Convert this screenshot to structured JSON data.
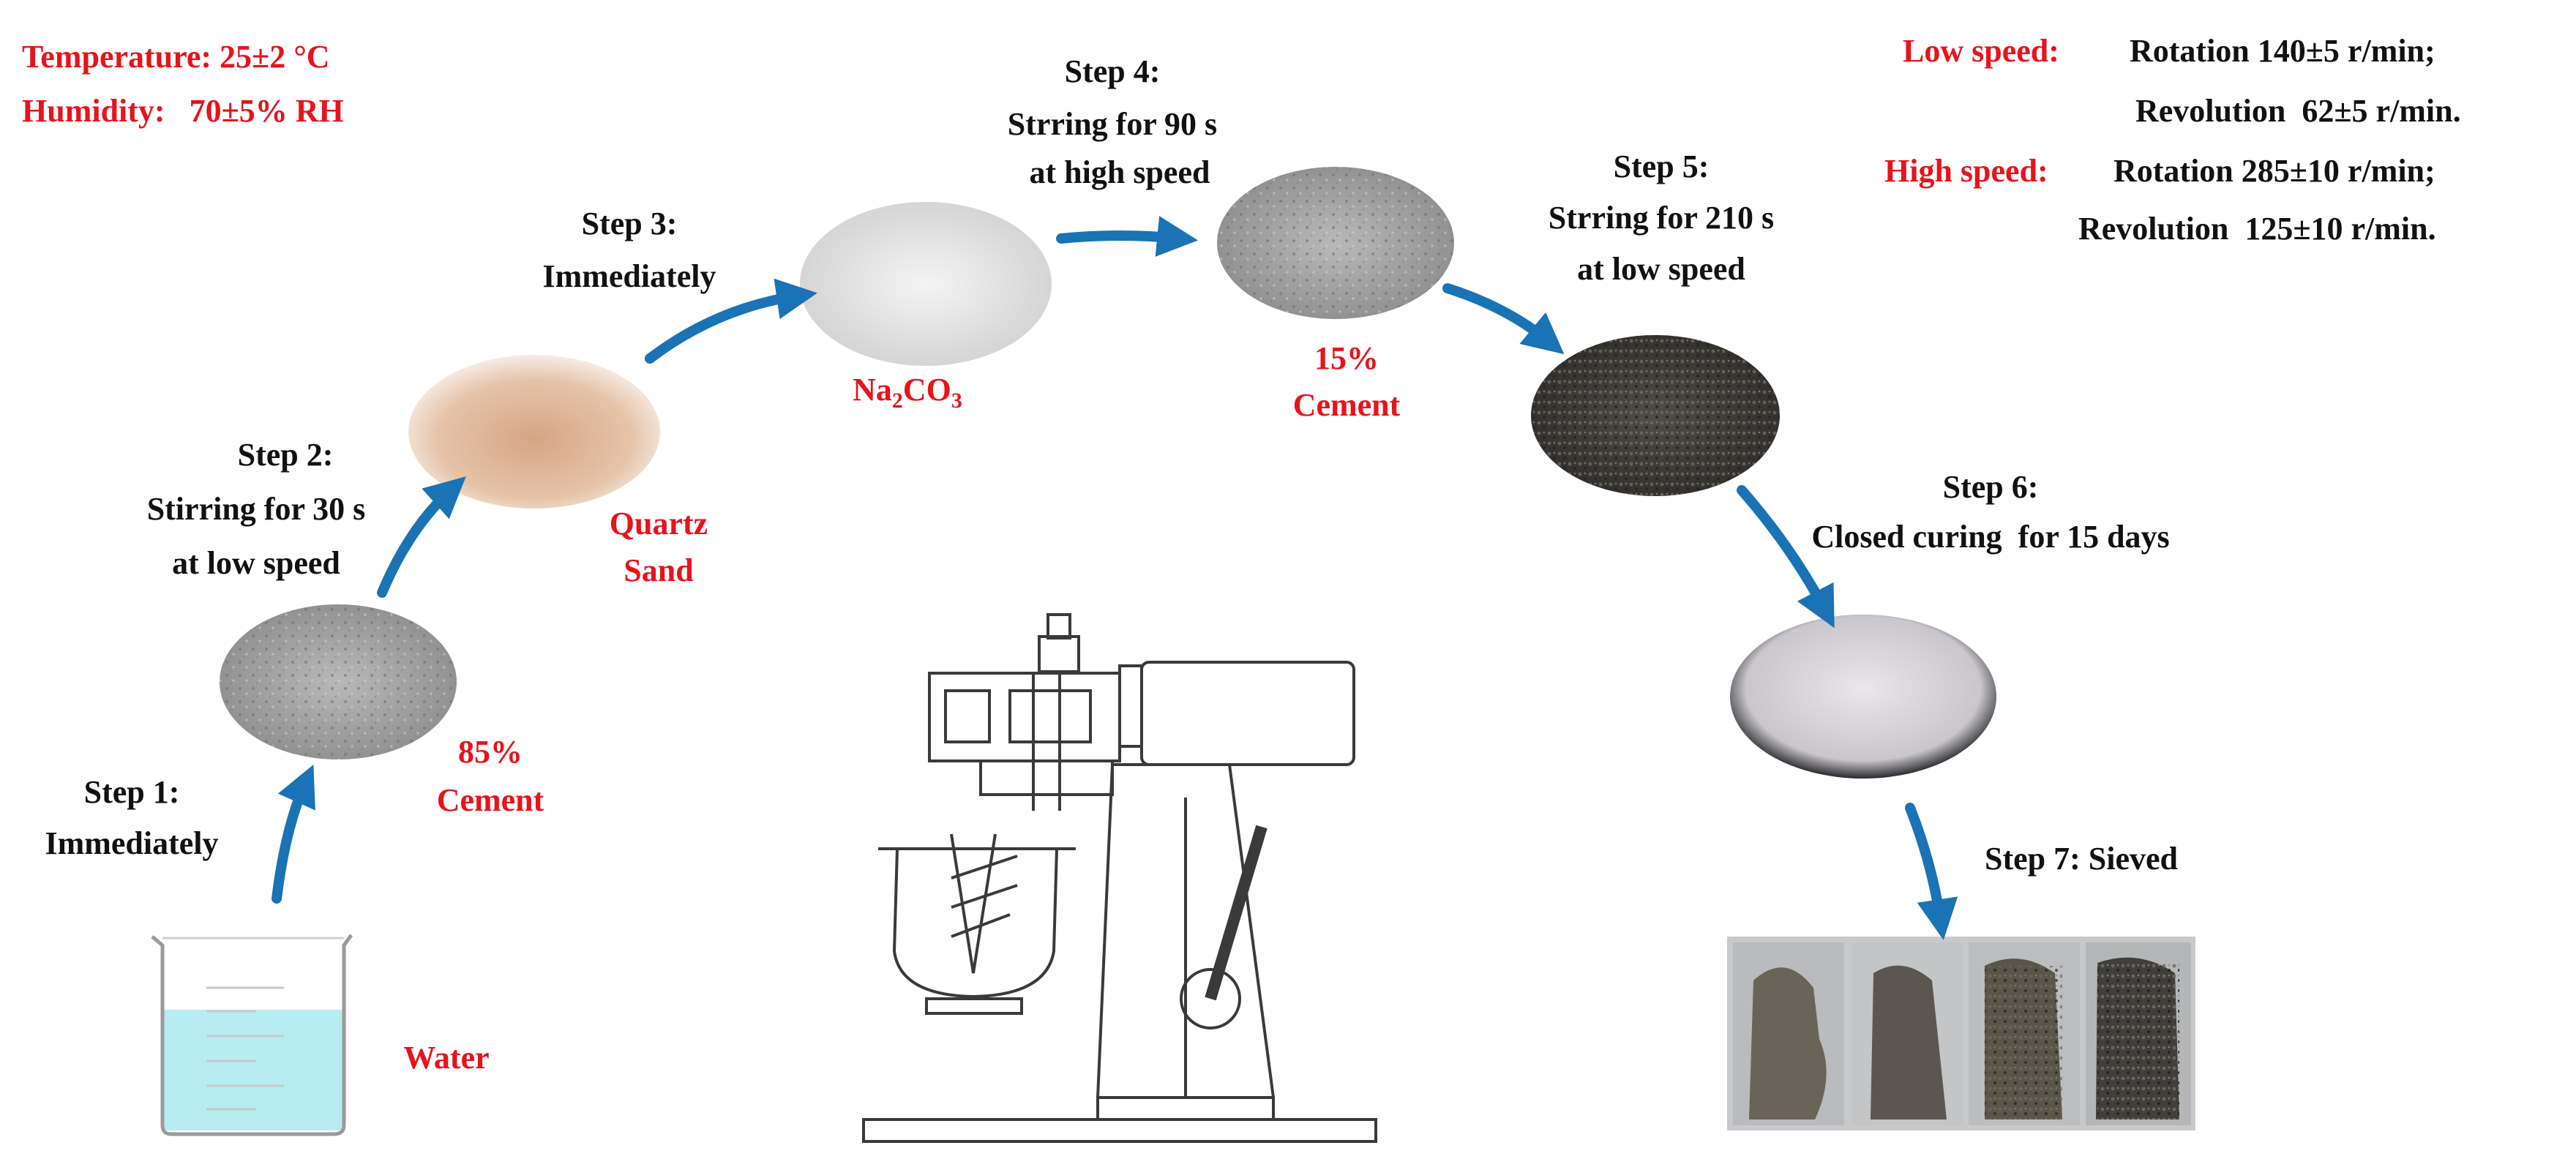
{
  "conditions": {
    "temperature": "Temperature: 25±2 °C",
    "humidity": "Humidity:   70±5% RH"
  },
  "speeds": {
    "low_label": "Low speed:",
    "low_rotation": "Rotation 140±5 r/min;",
    "low_revolution": "Revolution  62±5 r/min.",
    "high_label": "High speed:",
    "high_rotation": "Rotation 285±10 r/min;",
    "high_revolution": "Revolution  125±10 r/min."
  },
  "steps": {
    "step1_title": "Step 1:",
    "step1_desc": "Immediately",
    "step2_title": "Step 2:",
    "step2_line1": "Stirring for 30 s",
    "step2_line2": "at low speed",
    "step3_title": "Step 3:",
    "step3_desc": "Immediately",
    "step4_title": "Step 4:",
    "step4_line1": "Strring for 90 s",
    "step4_line2": "at high speed",
    "step5_title": "Step 5:",
    "step5_line1": "Strring for 210 s",
    "step5_line2": "at low speed",
    "step6_title": "Step 6:",
    "step6_desc": "Closed curing  for 15 days",
    "step7": "Step 7: Sieved"
  },
  "materials": {
    "water": "Water",
    "cement85_pct": "85%",
    "cement85_name": "Cement",
    "quartz_line1": "Quartz",
    "quartz_line2": "Sand",
    "na2co3_main": "Na",
    "na2co3_sub1": "2",
    "na2co3_co": "CO",
    "na2co3_sub2": "3",
    "cement15_pct": "15%",
    "cement15_name": "Cement"
  },
  "colors": {
    "arrow": "#1a73b5",
    "label_red": "#e8131b",
    "water": "#b7ecf0"
  }
}
